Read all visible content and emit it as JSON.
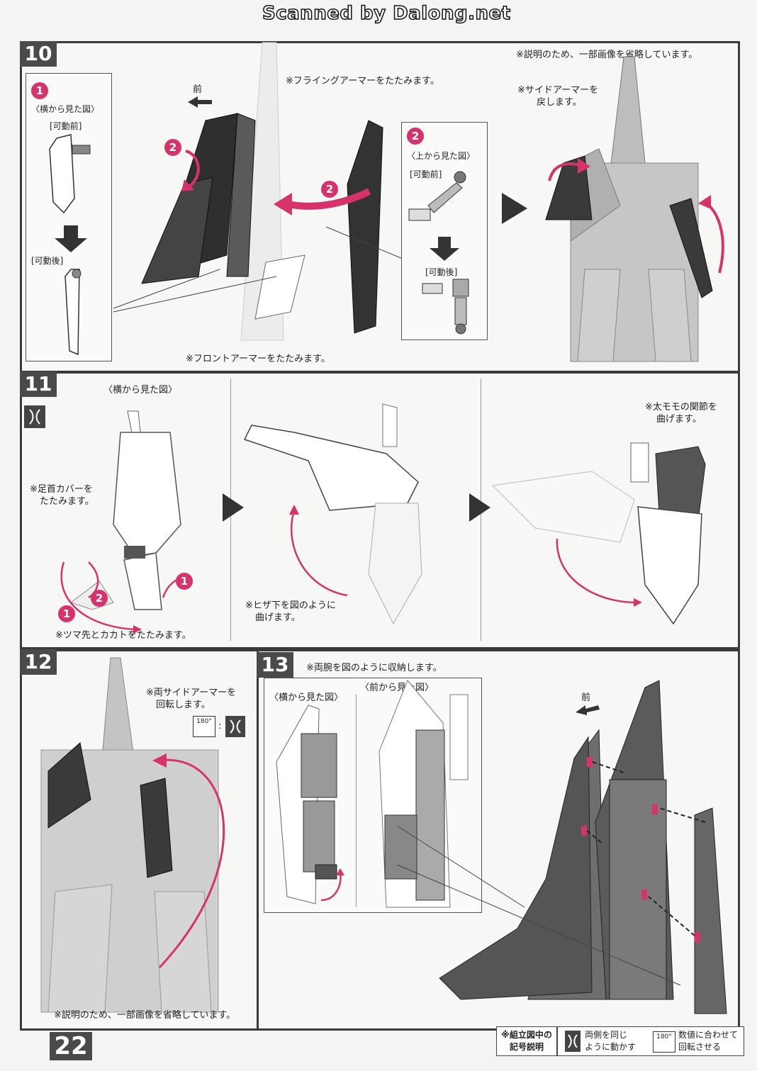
{
  "header": {
    "scan_credit": "Scanned by Dalong.net"
  },
  "page_number": "22",
  "steps": {
    "s10": {
      "number": "10",
      "left_box": {
        "marker": "1",
        "view": "〈横から見た図〉",
        "before": "[可動前]",
        "after": "[可動後]"
      },
      "front_label": "前",
      "note_flying": "※フライングアーマーをたたみます。",
      "note_front": "※フロントアーマーをたたみます。",
      "marker2": "2",
      "top_box": {
        "marker": "2",
        "view": "〈上から見た図〉",
        "before": "[可動前]",
        "after": "[可動後]"
      },
      "note_omit": "※説明のため、一部画像を省略しています。",
      "note_side_line1": "※サイドアーマーを",
      "note_side_line2": "戻します。"
    },
    "s11": {
      "number": "11",
      "view": "〈横から見た図〉",
      "note_ankle_line1": "※足首カバーを",
      "note_ankle_line2": "たたみます。",
      "note_toe": "※ツマ先とカカトをたたみます。",
      "note_knee_line1": "※ヒザ下を図のように",
      "note_knee_line2": "曲げます。",
      "note_thigh_line1": "※太モモの関節を",
      "note_thigh_line2": "曲げます。",
      "m1": "1",
      "m2": "2",
      "m3": "1"
    },
    "s12": {
      "number": "12",
      "note_rotate_line1": "※両サイドアーマーを",
      "note_rotate_line2": "回転します。",
      "rotate_icon": "180°",
      "colon": ":",
      "note_omit": "※説明のため、一部画像を省略しています。"
    },
    "s13": {
      "number": "13",
      "note_arms": "※両腕を図のように収納します。",
      "side_view": "〈横から見た図〉",
      "front_view": "〈前から見た図〉",
      "front_label": "前"
    }
  },
  "legend": {
    "title_line1": "※組立図中の",
    "title_line2": "記号説明",
    "item1_line1": "両側を同じ",
    "item1_line2": "ように動かす",
    "item2_icon": "180°",
    "item2_line1": "数値に合わせて",
    "item2_line2": "回転させる"
  },
  "colors": {
    "accent": "#d6336c",
    "panel_border": "#3a3a3a",
    "step_bg": "#4a4a4a"
  }
}
